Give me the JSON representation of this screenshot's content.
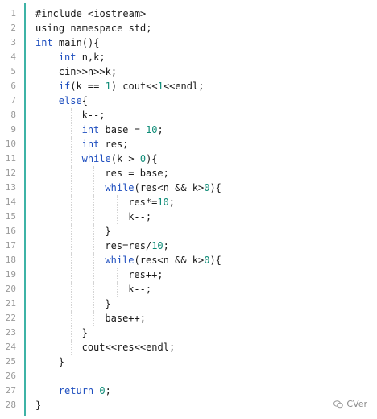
{
  "editor": {
    "lines": [
      {
        "n": "1",
        "indent": 0,
        "tokens": [
          {
            "t": "#include <iostream>",
            "c": "plain"
          }
        ]
      },
      {
        "n": "2",
        "indent": 0,
        "tokens": [
          {
            "t": "using namespace std;",
            "c": "plain"
          }
        ]
      },
      {
        "n": "3",
        "indent": 0,
        "tokens": [
          {
            "t": "int",
            "c": "kw"
          },
          {
            "t": " main(){",
            "c": "plain"
          }
        ]
      },
      {
        "n": "4",
        "indent": 1,
        "tokens": [
          {
            "t": "int",
            "c": "kw"
          },
          {
            "t": " n,k;",
            "c": "plain"
          }
        ]
      },
      {
        "n": "5",
        "indent": 1,
        "tokens": [
          {
            "t": "cin>>n>>k;",
            "c": "plain"
          }
        ]
      },
      {
        "n": "6",
        "indent": 1,
        "tokens": [
          {
            "t": "if",
            "c": "kw"
          },
          {
            "t": "(k == ",
            "c": "plain"
          },
          {
            "t": "1",
            "c": "num"
          },
          {
            "t": ") cout<<",
            "c": "plain"
          },
          {
            "t": "1",
            "c": "num"
          },
          {
            "t": "<<endl;",
            "c": "plain"
          }
        ]
      },
      {
        "n": "7",
        "indent": 1,
        "tokens": [
          {
            "t": "else",
            "c": "kw"
          },
          {
            "t": "{",
            "c": "plain"
          }
        ]
      },
      {
        "n": "8",
        "indent": 2,
        "tokens": [
          {
            "t": "k--;",
            "c": "plain"
          }
        ]
      },
      {
        "n": "9",
        "indent": 2,
        "tokens": [
          {
            "t": "int",
            "c": "kw"
          },
          {
            "t": " base = ",
            "c": "plain"
          },
          {
            "t": "10",
            "c": "num"
          },
          {
            "t": ";",
            "c": "plain"
          }
        ]
      },
      {
        "n": "10",
        "indent": 2,
        "tokens": [
          {
            "t": "int",
            "c": "kw"
          },
          {
            "t": " res;",
            "c": "plain"
          }
        ]
      },
      {
        "n": "11",
        "indent": 2,
        "tokens": [
          {
            "t": "while",
            "c": "kw"
          },
          {
            "t": "(k > ",
            "c": "plain"
          },
          {
            "t": "0",
            "c": "num"
          },
          {
            "t": "){",
            "c": "plain"
          }
        ]
      },
      {
        "n": "12",
        "indent": 3,
        "tokens": [
          {
            "t": "res = base;",
            "c": "plain"
          }
        ]
      },
      {
        "n": "13",
        "indent": 3,
        "tokens": [
          {
            "t": "while",
            "c": "kw"
          },
          {
            "t": "(res<n && k>",
            "c": "plain"
          },
          {
            "t": "0",
            "c": "num"
          },
          {
            "t": "){",
            "c": "plain"
          }
        ]
      },
      {
        "n": "14",
        "indent": 4,
        "tokens": [
          {
            "t": "res*=",
            "c": "plain"
          },
          {
            "t": "10",
            "c": "num"
          },
          {
            "t": ";",
            "c": "plain"
          }
        ]
      },
      {
        "n": "15",
        "indent": 4,
        "tokens": [
          {
            "t": "k--;",
            "c": "plain"
          }
        ]
      },
      {
        "n": "16",
        "indent": 3,
        "tokens": [
          {
            "t": "}",
            "c": "plain"
          }
        ]
      },
      {
        "n": "17",
        "indent": 3,
        "tokens": [
          {
            "t": "res=res/",
            "c": "plain"
          },
          {
            "t": "10",
            "c": "num"
          },
          {
            "t": ";",
            "c": "plain"
          }
        ]
      },
      {
        "n": "18",
        "indent": 3,
        "tokens": [
          {
            "t": "while",
            "c": "kw"
          },
          {
            "t": "(res<n && k>",
            "c": "plain"
          },
          {
            "t": "0",
            "c": "num"
          },
          {
            "t": "){",
            "c": "plain"
          }
        ]
      },
      {
        "n": "19",
        "indent": 4,
        "tokens": [
          {
            "t": "res++;",
            "c": "plain"
          }
        ]
      },
      {
        "n": "20",
        "indent": 4,
        "tokens": [
          {
            "t": "k--;",
            "c": "plain"
          }
        ]
      },
      {
        "n": "21",
        "indent": 3,
        "tokens": [
          {
            "t": "}",
            "c": "plain"
          }
        ]
      },
      {
        "n": "22",
        "indent": 3,
        "tokens": [
          {
            "t": "base++;",
            "c": "plain"
          }
        ]
      },
      {
        "n": "23",
        "indent": 2,
        "tokens": [
          {
            "t": "}",
            "c": "plain"
          }
        ]
      },
      {
        "n": "24",
        "indent": 2,
        "tokens": [
          {
            "t": "cout<<res<<endl;",
            "c": "plain"
          }
        ]
      },
      {
        "n": "25",
        "indent": 1,
        "tokens": [
          {
            "t": "}",
            "c": "plain"
          }
        ]
      },
      {
        "n": "26",
        "indent": 0,
        "tokens": []
      },
      {
        "n": "27",
        "indent": 1,
        "tokens": [
          {
            "t": "return",
            "c": "kw"
          },
          {
            "t": " ",
            "c": "plain"
          },
          {
            "t": "0",
            "c": "num"
          },
          {
            "t": ";",
            "c": "plain"
          }
        ]
      },
      {
        "n": "28",
        "indent": 0,
        "tokens": [
          {
            "t": "}",
            "c": "plain"
          }
        ]
      }
    ]
  },
  "watermark": {
    "icon": "wechat-icon",
    "label": "CVer"
  },
  "colors": {
    "gutter_rule": "#3eb3a6",
    "keyword": "#1f4fbf",
    "number": "#0d8b76"
  }
}
